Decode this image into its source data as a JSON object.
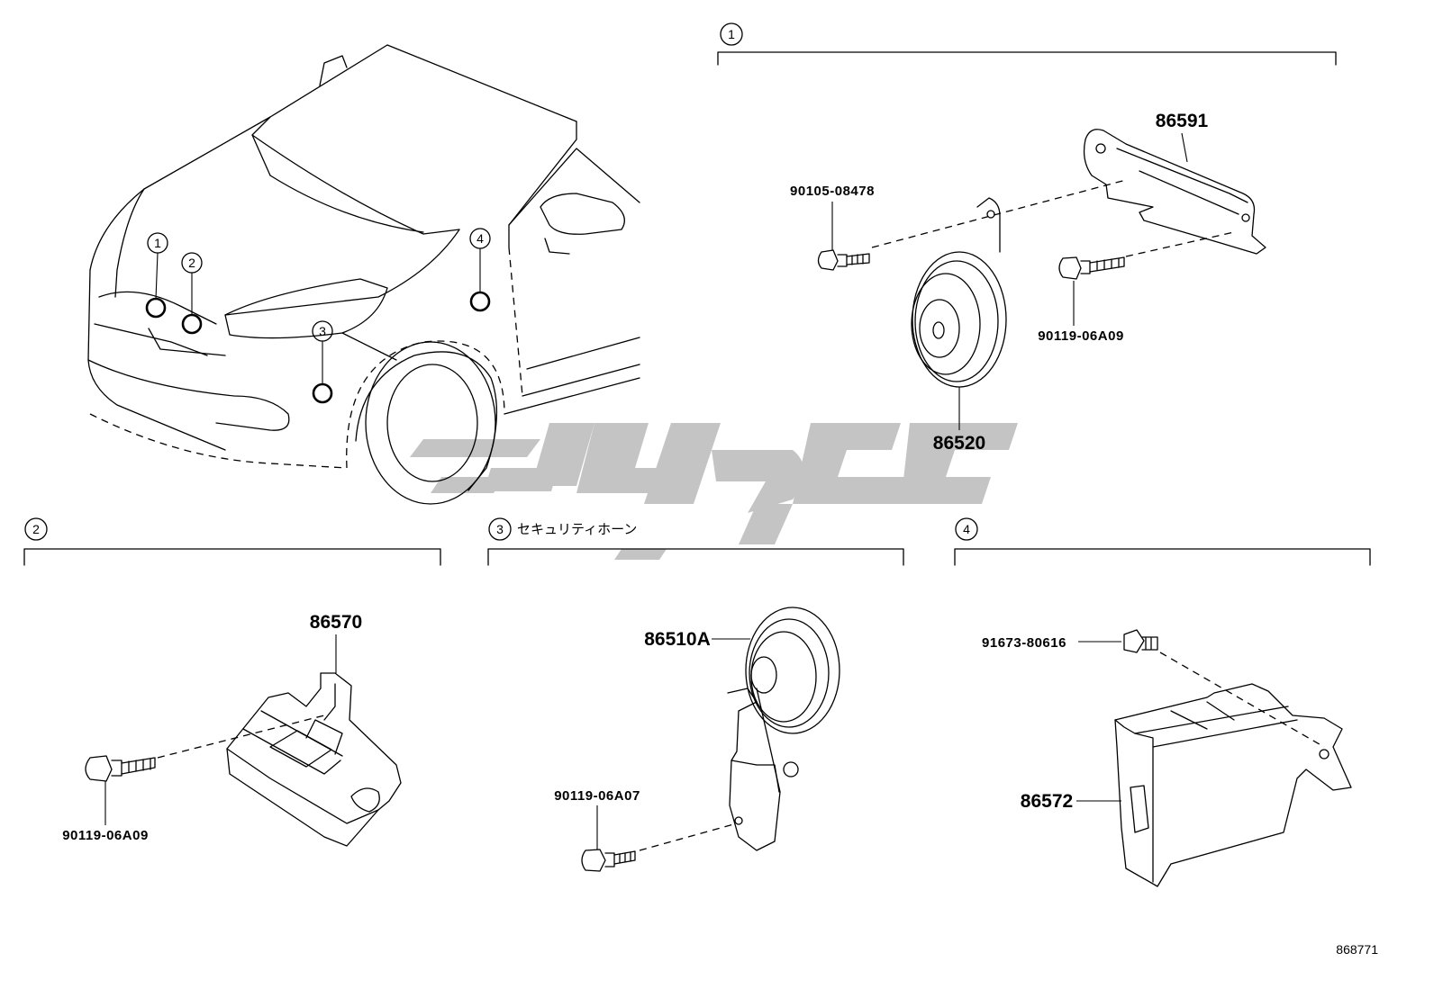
{
  "watermark": {
    "color": "#c4c4c4"
  },
  "overview": {
    "location_markers": [
      "1",
      "2",
      "3",
      "4"
    ]
  },
  "sections": [
    {
      "id": "1",
      "caption": ""
    },
    {
      "id": "2",
      "caption": ""
    },
    {
      "id": "3",
      "caption": "セキュリティホーン"
    },
    {
      "id": "4",
      "caption": ""
    }
  ],
  "parts": {
    "p86591": "86591",
    "p90105_08478": "90105-08478",
    "p90119_06A09_s1": "90119-06A09",
    "p86520": "86520",
    "p86570": "86570",
    "p90119_06A09_s2": "90119-06A09",
    "p86510A": "86510A",
    "p90119_06A07": "90119-06A07",
    "p91673_80616": "91673-80616",
    "p86572": "86572"
  },
  "diagram_number": "868771"
}
